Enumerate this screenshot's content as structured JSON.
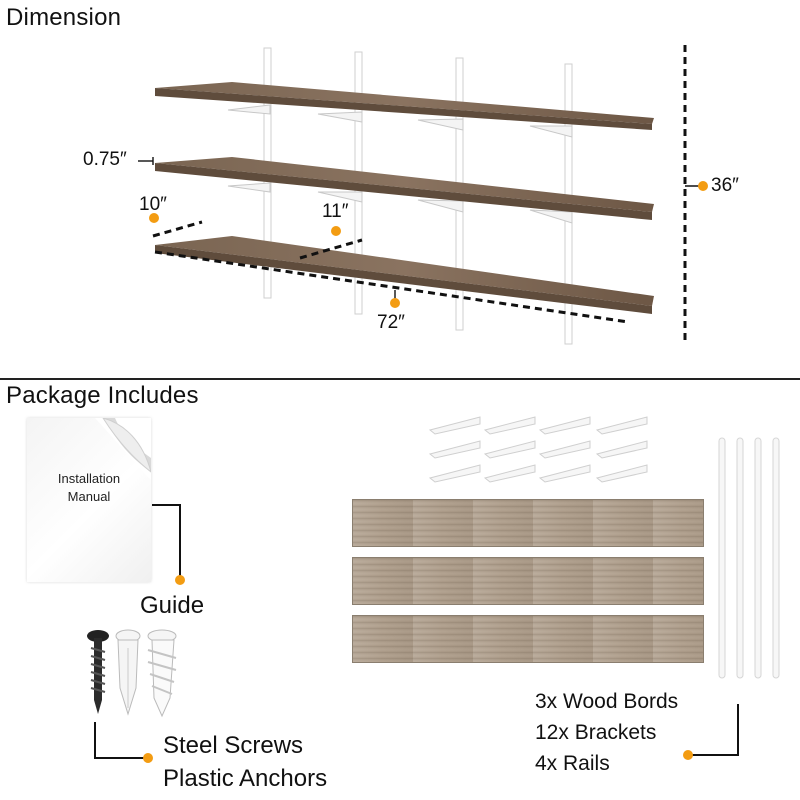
{
  "sections": {
    "dimension_title": "Dimension",
    "package_title": "Package Includes"
  },
  "dimensions": {
    "thickness": "0.75″",
    "depth": "10″",
    "spacing": "11″",
    "width": "72″",
    "height": "36″"
  },
  "manual": {
    "line1": "Installation",
    "line2": "Manual"
  },
  "labels": {
    "guide": "Guide",
    "screws": "Steel Screws",
    "anchors": "Plastic Anchors"
  },
  "contents": [
    "3x Wood Bords",
    "12x Brackets",
    "4x Rails"
  ],
  "colors": {
    "accent": "#f39c12",
    "wood_dark": "#6e5a48",
    "wood_light": "#b3a391",
    "line": "#111111"
  }
}
